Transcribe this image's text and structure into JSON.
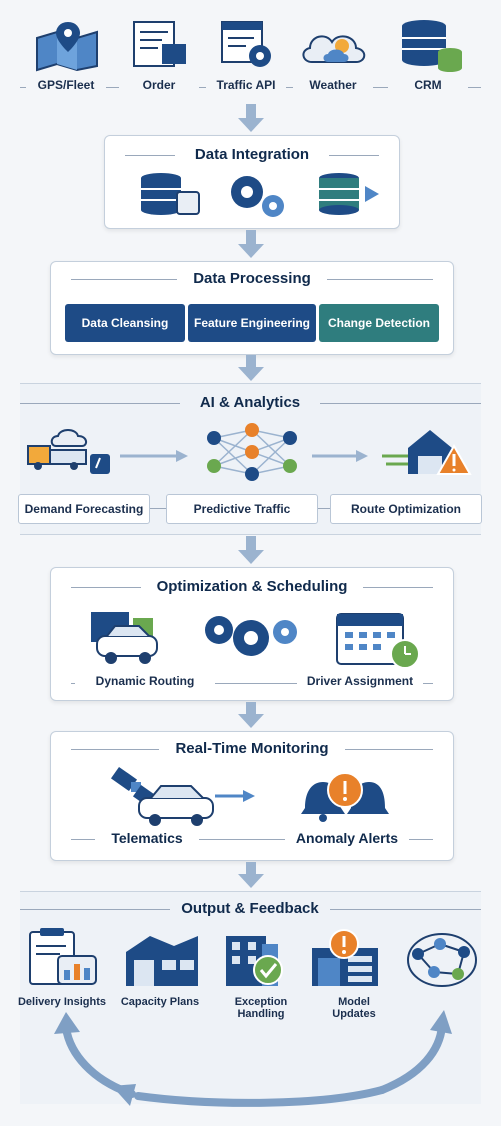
{
  "sources": [
    {
      "label": "GPS/Fleet",
      "icon": "map-pin-icon"
    },
    {
      "label": "Order",
      "icon": "order-document-icon"
    },
    {
      "label": "Traffic API",
      "icon": "api-gear-icon"
    },
    {
      "label": "Weather",
      "icon": "cloud-icon"
    },
    {
      "label": "CRM",
      "icon": "database-icon"
    }
  ],
  "integration": {
    "title": "Data Integration"
  },
  "processing": {
    "title": "Data Processing",
    "steps": [
      "Data Cleansing",
      "Feature Engineering",
      "Change Detection"
    ]
  },
  "analytics": {
    "title": "AI & Analytics",
    "items": [
      "Demand Forecasting",
      "Predictive Traffic",
      "Route Optimization"
    ]
  },
  "optimization": {
    "title": "Optimization & Scheduling",
    "items": [
      "Dynamic Routing",
      "Driver Assignment"
    ]
  },
  "monitoring": {
    "title": "Real-Time Monitoring",
    "items": [
      "Telematics",
      "Anomaly Alerts"
    ]
  },
  "output": {
    "title": "Output & Feedback",
    "items": [
      "Delivery Insights",
      "Capacity Plans",
      "Exception Handling",
      "Model Updates"
    ]
  },
  "colors": {
    "navy": "#1e4b86",
    "teal": "#2f7d7e",
    "orange": "#e8812a",
    "green": "#6aa84f",
    "arrow": "#9bb3cf"
  }
}
